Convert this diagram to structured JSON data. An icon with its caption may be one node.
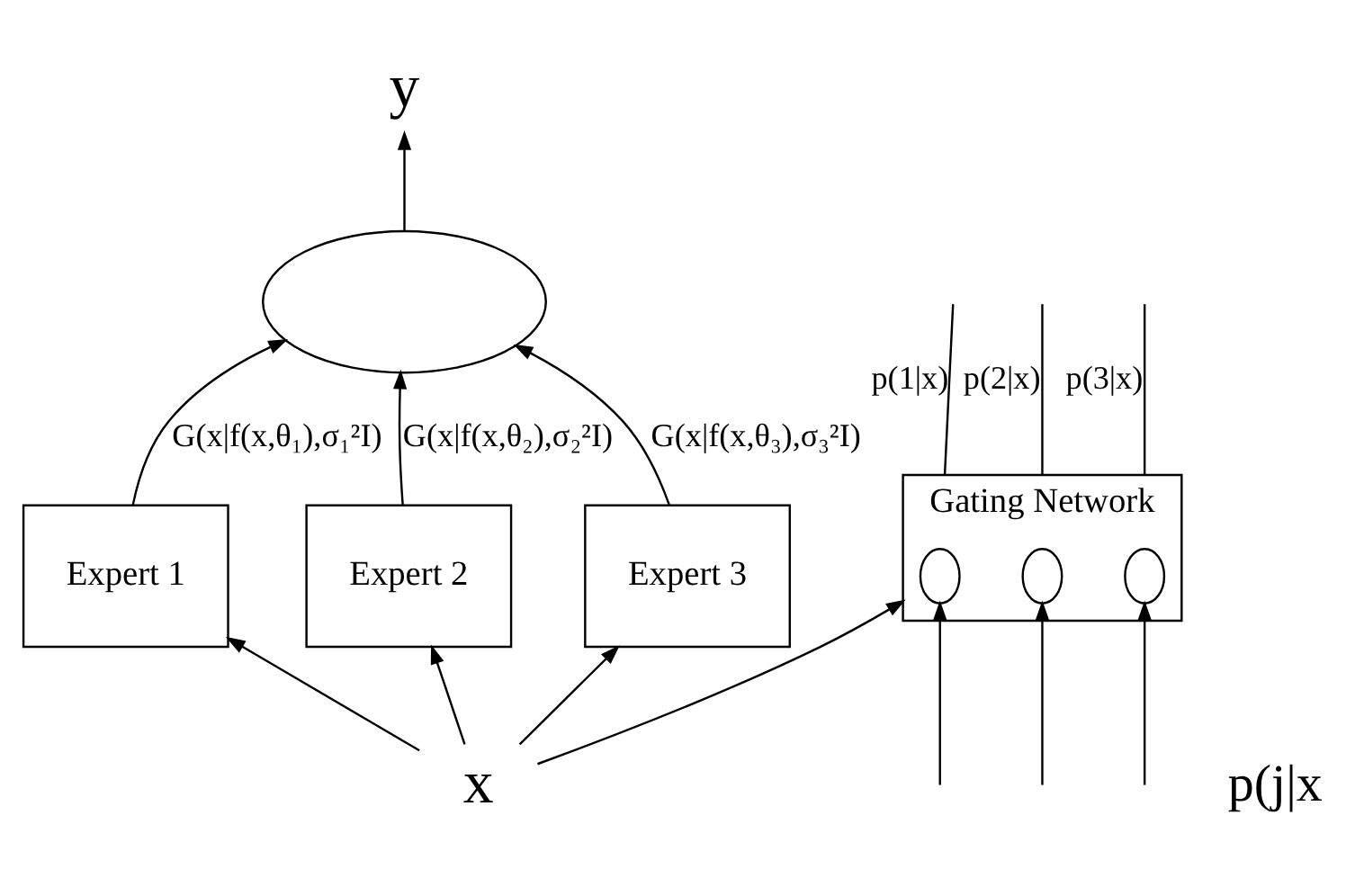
{
  "diagram": {
    "nodes": [
      {
        "text": [
          "y"
        ]
      },
      {
        "text": [],
        "shape": "ellipse"
      },
      {
        "text": [
          "Expert 1"
        ]
      },
      {
        "text": [
          "Expert 2"
        ]
      },
      {
        "text": [
          "Expert 3"
        ]
      },
      {
        "text": [
          "Gating Network"
        ]
      },
      {
        "text": [],
        "shape": "circle",
        "in": 5
      },
      {
        "text": [],
        "shape": "circle",
        "in": 5
      },
      {
        "text": [],
        "shape": "circle",
        "in": 5
      },
      {
        "text": [
          "x"
        ]
      }
    ],
    "edges": [
      {
        "from": 9,
        "to": 2,
        "arrow": "to"
      },
      {
        "from": 9,
        "to": 3,
        "arrow": "to"
      },
      {
        "from": 9,
        "to": 4,
        "arrow": "to"
      },
      {
        "from": 9,
        "to": 5,
        "arrow": "to"
      },
      {
        "from": 2,
        "to": 1,
        "arrow": "to",
        "label": "G(x|f(x,θ₁),σ₁²I)"
      },
      {
        "from": 3,
        "to": 1,
        "arrow": "to",
        "label": "G(x|f(x,θ₂),σ₂²I)"
      },
      {
        "from": 4,
        "to": 1,
        "arrow": "to",
        "label": "G(x|f(x,θ₃),σ₃²I)"
      },
      {
        "from": 1,
        "to": 0,
        "arrow": "to"
      },
      {
        "from": null,
        "to": 6,
        "arrow": "to"
      },
      {
        "from": null,
        "to": 7,
        "arrow": "to"
      },
      {
        "from": null,
        "to": 8,
        "arrow": "to"
      },
      {
        "from": 5,
        "to": null,
        "arrow": "none",
        "label": "p(1|x)"
      },
      {
        "from": 5,
        "to": null,
        "arrow": "none",
        "label": "p(2|x)"
      },
      {
        "from": 5,
        "to": null,
        "arrow": "none",
        "label": "p(3|x)"
      }
    ],
    "labels": [
      "p(j|x"
    ]
  }
}
